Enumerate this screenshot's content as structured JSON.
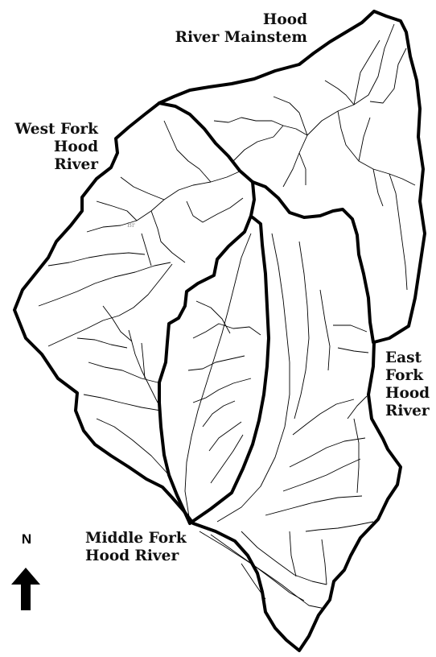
{
  "labels": {
    "mainstem": [
      "Hood",
      "River Mainstem"
    ],
    "west_fork": [
      "West Fork",
      "Hood",
      "River"
    ],
    "east_fork": [
      "East",
      "Fork",
      "Hood",
      "River"
    ],
    "middle_fork": [
      "Middle Fork",
      "Hood River"
    ]
  },
  "north_arrow": {
    "letter": "N"
  },
  "small_labels": [
    "Br"
  ],
  "colors": {
    "boundary": "#000000",
    "streams": "#000000",
    "background": "#ffffff"
  }
}
